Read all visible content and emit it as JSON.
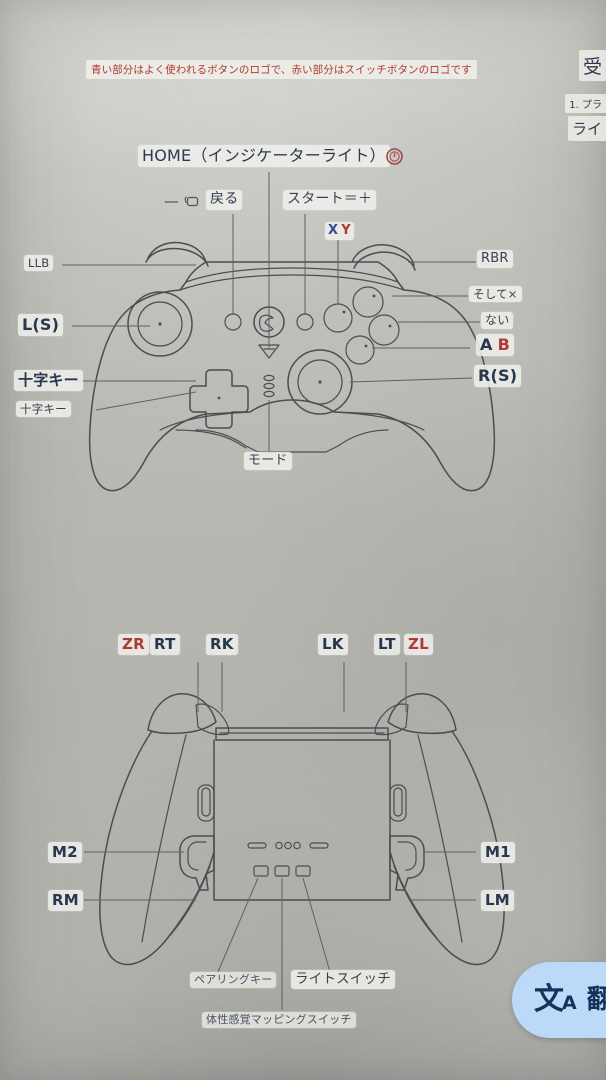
{
  "page": {
    "background_color": "#b9bab5",
    "banner_text": "青い部分はよく使われるボタンのロゴで、赤い部分はスイッチボタンのロゴです",
    "banner_color": "#b2372f"
  },
  "colors": {
    "label_text": "#27374d",
    "red_label": "#b03a32",
    "chip_bg": "#eeeeea",
    "ink": "#4a4d52",
    "translate_bg": "#bcd9f7",
    "translate_fg": "#16325c"
  },
  "front_view": {
    "title_label": "HOME（インジケーターライト）",
    "power_icon": "power-icon",
    "back_button": {
      "minus": "—",
      "icon": "window-copy-icon",
      "label": "戻る"
    },
    "start_label": "スタート＝＋",
    "xy": {
      "x": "X",
      "y": "Y"
    },
    "mode_label": "モード",
    "left_labels": [
      {
        "text": "LLB",
        "style": "plain"
      },
      {
        "text": "L(S)",
        "style": "bold"
      },
      {
        "text": "十字キー",
        "style": "bold"
      },
      {
        "text": "十字キー",
        "style": "plain"
      }
    ],
    "right_labels": [
      {
        "text": "RBR",
        "style": "plain"
      },
      {
        "text": "そして×",
        "style": "plain"
      },
      {
        "text": "ない",
        "style": "plain"
      },
      {
        "text": "A B",
        "style": "ab"
      },
      {
        "text": "R(S)",
        "style": "bold"
      }
    ],
    "ab": {
      "a": "A",
      "b": "B"
    }
  },
  "back_view": {
    "top_labels": [
      {
        "text": "ZR",
        "color": "red"
      },
      {
        "text": "RT",
        "color": "blue"
      },
      {
        "text": "RK",
        "color": "blue"
      },
      {
        "text": "LK",
        "color": "blue"
      },
      {
        "text": "LT",
        "color": "blue"
      },
      {
        "text": "ZL",
        "color": "red"
      }
    ],
    "left_labels": [
      {
        "text": "M2"
      },
      {
        "text": "RM"
      }
    ],
    "right_labels": [
      {
        "text": "M1"
      },
      {
        "text": "LM"
      }
    ],
    "bottom_labels": [
      {
        "text": "ペアリングキー"
      },
      {
        "text": "ライトスイッチ"
      },
      {
        "text": "体性感覚マッピングスイッチ"
      }
    ]
  },
  "edge_column": {
    "items": [
      {
        "text": "受"
      },
      {
        "text": "1. プラ"
      },
      {
        "text": "ライ"
      }
    ]
  },
  "translate_widget": {
    "icon": "translate-icon",
    "icon_glyph": "文",
    "icon_sub": "A",
    "label": "翻"
  }
}
